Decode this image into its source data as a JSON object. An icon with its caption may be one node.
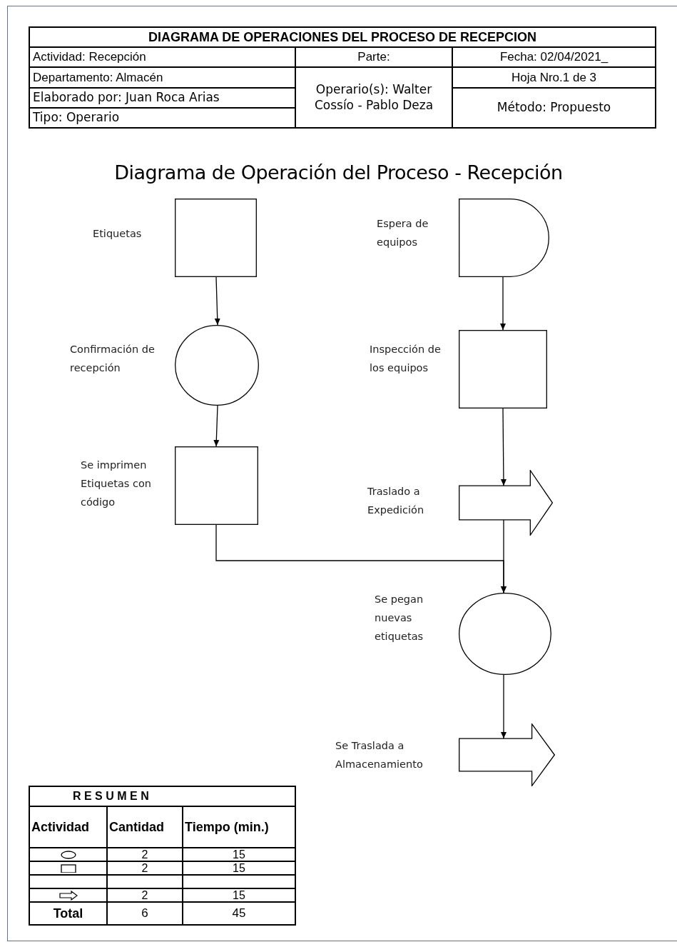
{
  "diagram": {
    "title": "Diagrama de Operación del Proceso - Recepción",
    "nodes": [
      {
        "text": [],
        "shape": "box",
        "beside": [
          "Etiquetas"
        ]
      },
      {
        "text": [],
        "shape": "circle",
        "beside": [
          "Confirmación de recepción"
        ]
      },
      {
        "text": [],
        "shape": "box",
        "beside": [
          "Se imprimen Etiquetas con código"
        ]
      },
      {
        "text": [],
        "shape": "delay",
        "beside": [
          "Espera de equipos"
        ]
      },
      {
        "text": [],
        "shape": "box",
        "beside": [
          "Inspección de los equipos"
        ]
      },
      {
        "text": [],
        "shape": "arrow",
        "beside": [
          "Traslado a Expedición"
        ]
      },
      {
        "text": [],
        "shape": "circle",
        "beside": [
          "Se pegan nuevas etiquetas"
        ]
      },
      {
        "text": [],
        "shape": "arrow",
        "beside": [
          "Se Traslada a Almacenamiento"
        ]
      }
    ],
    "edges": [
      {
        "from": 0,
        "to": 1,
        "arrow": "to"
      },
      {
        "from": 1,
        "to": 2,
        "arrow": "to"
      },
      {
        "from": 3,
        "to": 4,
        "arrow": "to"
      },
      {
        "from": 4,
        "to": 5,
        "arrow": "to"
      },
      {
        "from": 2,
        "to": 6,
        "arrow": "to"
      },
      {
        "from": 5,
        "to": 6,
        "arrow": "to"
      },
      {
        "from": 6,
        "to": 7,
        "arrow": "to"
      }
    ],
    "labels": [
      "DIAGRAMA DE OPERACIONES DEL PROCESO DE RECEPCION",
      "Actividad: Recepción",
      "Parte:",
      "Fecha: 02/04/2021_",
      "Departamento: Almacén",
      "Operario(s): Walter Cossío - Pablo Deza",
      "Hoja Nro.1 de 3",
      "Elaborado por: Juan Roca Arias",
      "Método: Propuesto",
      "Tipo: Operario",
      "R E S U M E N",
      "Actividad",
      "Cantidad",
      "Tiempo (min.)",
      "2",
      "15",
      "2",
      "15",
      "2",
      "15",
      "Total",
      "6",
      "45"
    ]
  }
}
